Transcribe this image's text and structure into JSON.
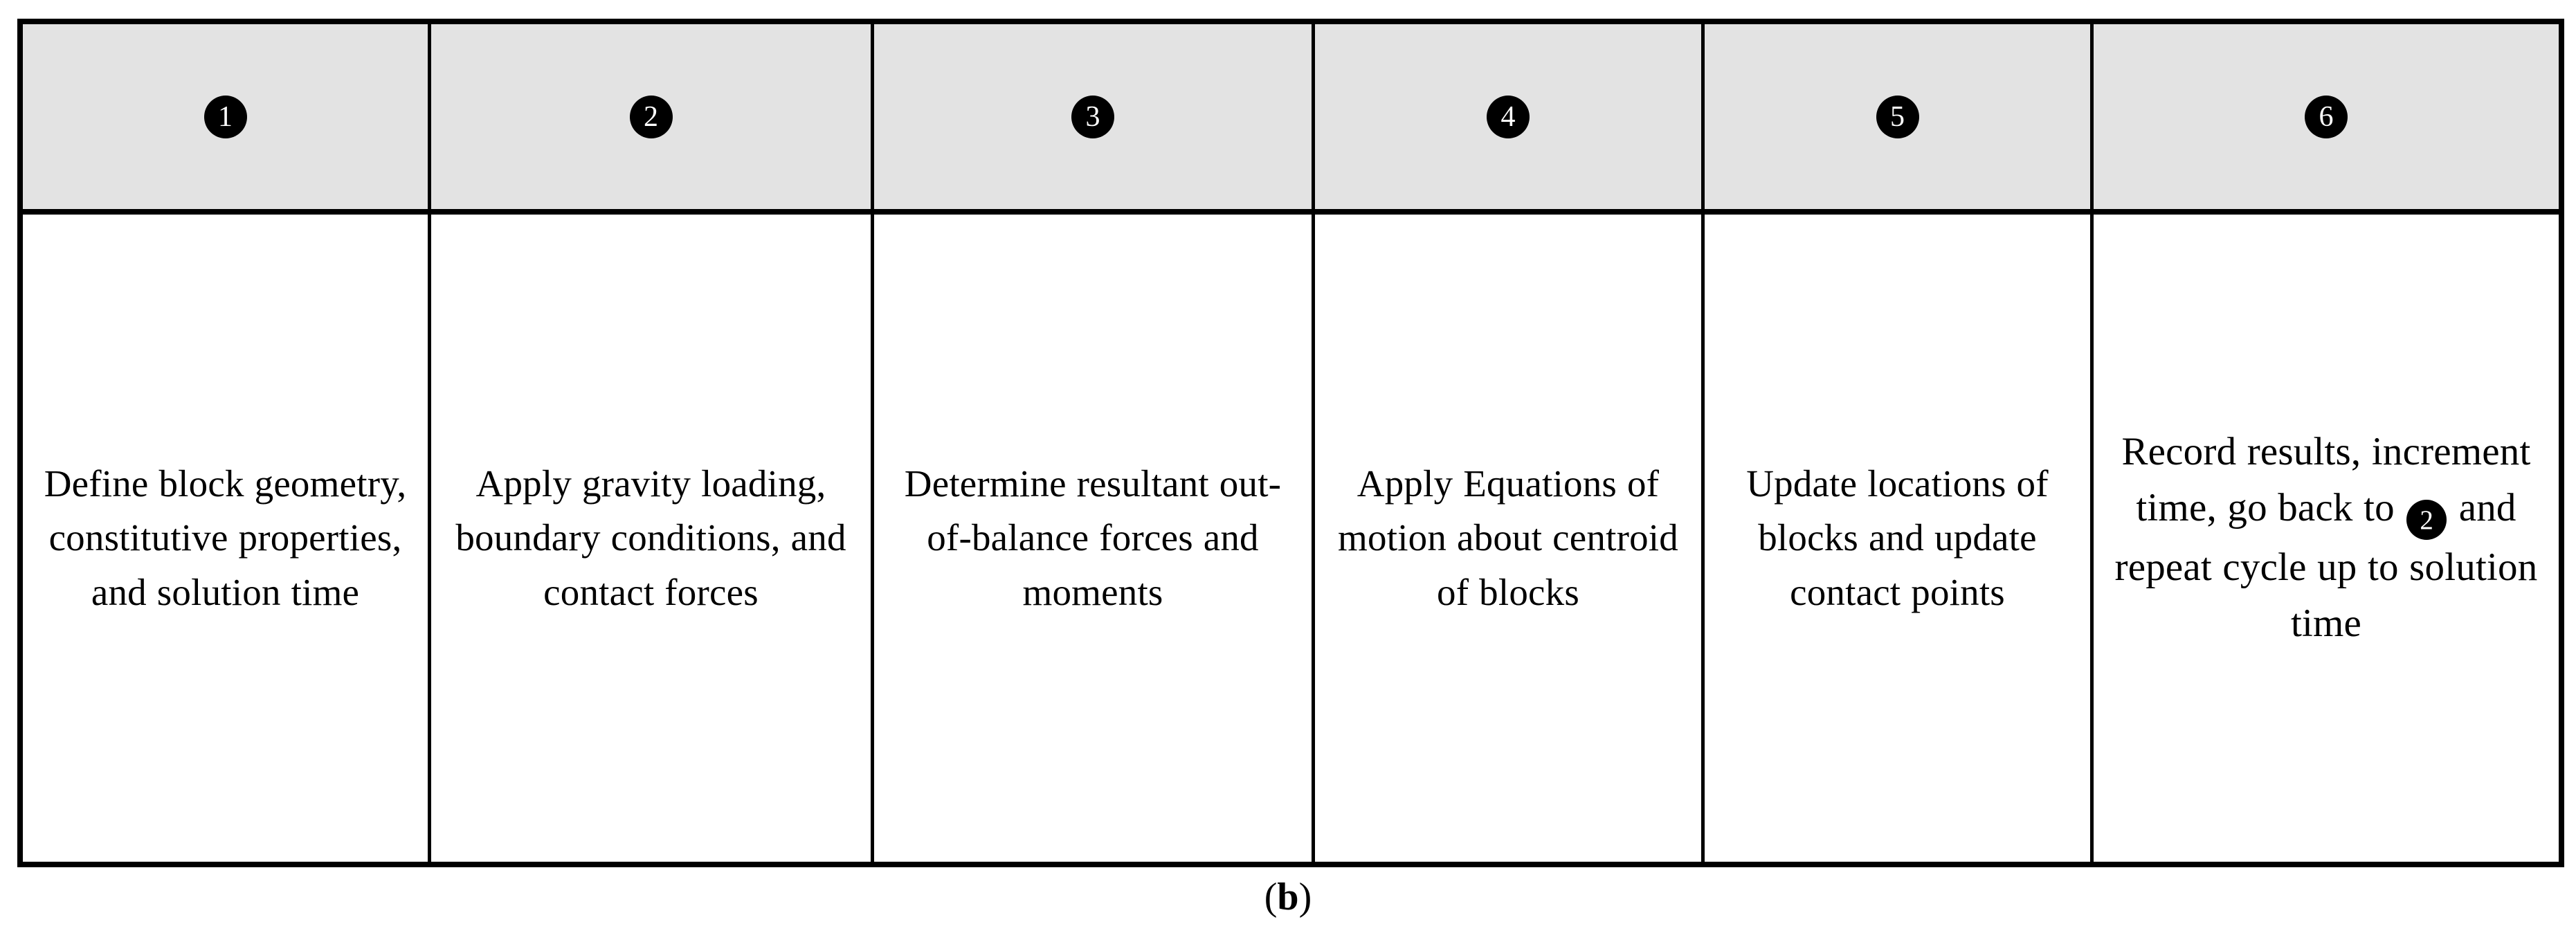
{
  "figure": {
    "caption_open": "(",
    "caption_letter": "b",
    "caption_close": ")",
    "header_bg": "#e3e3e3",
    "badge_bg": "#000000",
    "badge_fg": "#ffffff",
    "border_color": "#000000",
    "body_bg": "#ffffff"
  },
  "table": {
    "header": {
      "badges": [
        {
          "number": "1",
          "icon": "circled-number-1-icon"
        },
        {
          "number": "2",
          "icon": "circled-number-2-icon"
        },
        {
          "number": "3",
          "icon": "circled-number-3-icon"
        },
        {
          "number": "4",
          "icon": "circled-number-4-icon"
        },
        {
          "number": "5",
          "icon": "circled-number-5-icon"
        },
        {
          "number": "6",
          "icon": "circled-number-6-icon"
        }
      ]
    },
    "steps": [
      {
        "index": "1",
        "text": "Define block geometry, constitutive properties, and solution time"
      },
      {
        "index": "2",
        "text": "Apply gravity loading, boundary conditions, and contact forces"
      },
      {
        "index": "3",
        "text": "Determine resultant out-of-balance forces and moments"
      },
      {
        "index": "4",
        "text": "Apply Equations of motion about centroid of blocks"
      },
      {
        "index": "5",
        "text": "Update locations of blocks and update contact points"
      },
      {
        "index": "6",
        "text_before_badge": "Record results, increment time, go back to",
        "inline_badge": "2",
        "text_after_badge": "and repeat cycle up to solution time"
      }
    ]
  }
}
